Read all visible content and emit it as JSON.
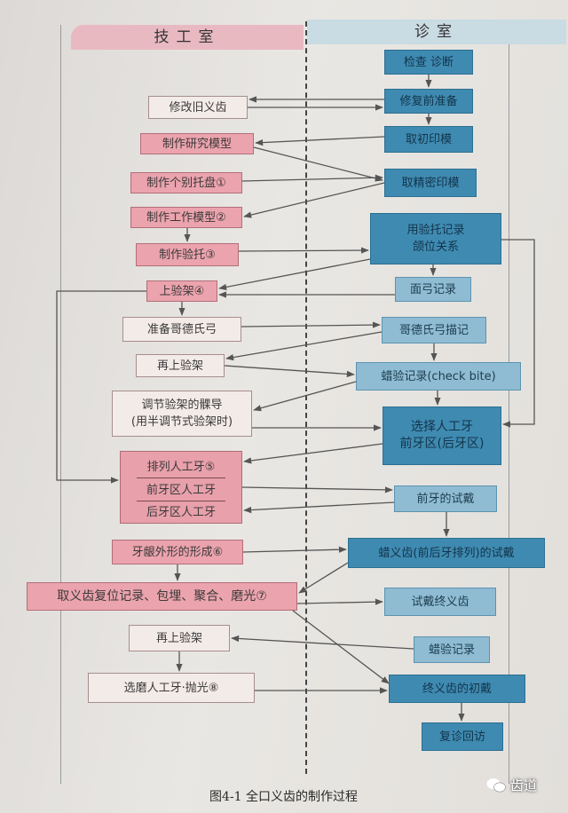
{
  "headers": {
    "lab": "技工室",
    "clinic": "诊室"
  },
  "lab": {
    "modify_old": "修改旧义齿",
    "study_model": "制作研究模型",
    "custom_tray": "制作个别托盘①",
    "work_model": "制作工作模型②",
    "bite_rim": "制作验托③",
    "articulator": "上验架④",
    "gothic_arch_prep": "准备哥德氏弓",
    "remount": "再上验架",
    "adjust_guide_1": "调节验架的髁导",
    "adjust_guide_2": "(用半调节式验架时)",
    "arrange_teeth": "排列人工牙⑤",
    "anterior_teeth": "前牙区人工牙",
    "posterior_teeth": "后牙区人工牙",
    "gingiva": "牙龈外形的形成⑥",
    "process": "取义齿复位记录、包埋、聚合、磨光⑦",
    "remount2": "再上验架",
    "grind_polish": "选磨人工牙·抛光⑧"
  },
  "clinic": {
    "exam": "检查  诊断",
    "pre_restore": "修复前准备",
    "prelim_impression": "取初印模",
    "final_impression": "取精密印模",
    "record_1": "用验托记录",
    "record_2": "颌位关系",
    "facebow": "面弓记录",
    "gothic_arch_trace": "哥德氏弓描记",
    "check_bite": "蜡验记录(check bite)",
    "select_1": "选择人工牙",
    "select_2": "前牙区(后牙区)",
    "anterior_tryin": "前牙的试戴",
    "wax_tryin": "蜡义齿(前后牙排列)的试戴",
    "final_tryin": "试戴终义齿",
    "wax_record": "蜡验记录",
    "initial_delivery": "终义齿的初戴",
    "followup": "复诊回访"
  },
  "caption": "图4-1  全口义齿的制作过程",
  "watermark": "齿道",
  "colors": {
    "lab_pale": "#f3ebe8",
    "lab_pink": "#eba3ad",
    "clinic_dark": "#3f8ab1",
    "clinic_light": "#8fbcd3",
    "arrow": "#555555"
  }
}
